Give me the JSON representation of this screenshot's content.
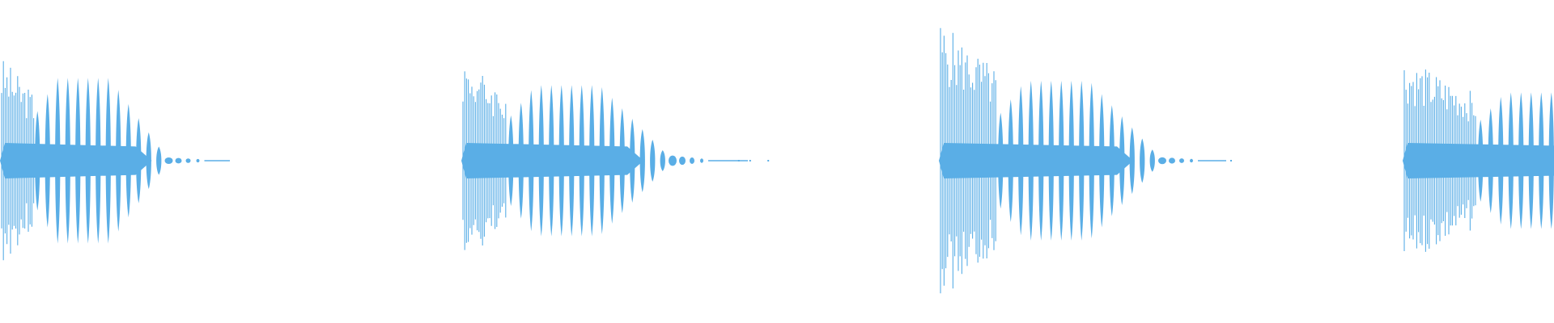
{
  "waveform": {
    "color": "#5aaee6",
    "background": "#ffffff",
    "bursts": [
      {
        "onset_amplitude": 0.72,
        "body_amplitude": 0.57,
        "tail_fraction": 0.18,
        "tail_dots": []
      },
      {
        "onset_amplitude": 0.71,
        "body_amplitude": 0.52,
        "tail_fraction": 0.35,
        "tail_dots": [
          0.62,
          0.72,
          0.88
        ]
      },
      {
        "onset_amplitude": 0.96,
        "body_amplitude": 0.55,
        "tail_fraction": 0.2,
        "tail_dots": [
          0.9
        ]
      },
      {
        "onset_amplitude": 0.71,
        "body_amplitude": 0.47,
        "tail_fraction": 0,
        "tail_dots": []
      }
    ]
  }
}
